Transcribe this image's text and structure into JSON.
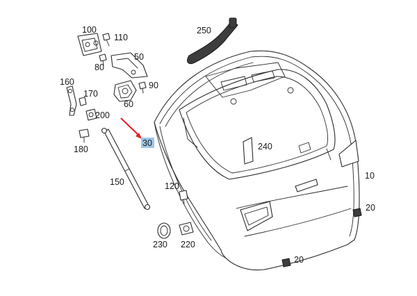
{
  "callouts": [
    {
      "id": "c100",
      "text": "100"
    },
    {
      "id": "c110",
      "text": "110"
    },
    {
      "id": "c80",
      "text": "80"
    },
    {
      "id": "c50",
      "text": "50"
    },
    {
      "id": "c160",
      "text": "160"
    },
    {
      "id": "c170",
      "text": "170"
    },
    {
      "id": "c90",
      "text": "90"
    },
    {
      "id": "c60",
      "text": "60"
    },
    {
      "id": "c200",
      "text": "200"
    },
    {
      "id": "c180",
      "text": "180"
    },
    {
      "id": "c150",
      "text": "150"
    },
    {
      "id": "c120",
      "text": "120"
    },
    {
      "id": "c230",
      "text": "230"
    },
    {
      "id": "c220",
      "text": "220"
    },
    {
      "id": "c250",
      "text": "250"
    },
    {
      "id": "c240",
      "text": "240"
    },
    {
      "id": "c10",
      "text": "10"
    },
    {
      "id": "c20a",
      "text": "20"
    },
    {
      "id": "c20b",
      "text": "20"
    }
  ],
  "highlight": {
    "text": "30",
    "color": "#9fc6e8"
  },
  "arrow_color": "#e02020"
}
